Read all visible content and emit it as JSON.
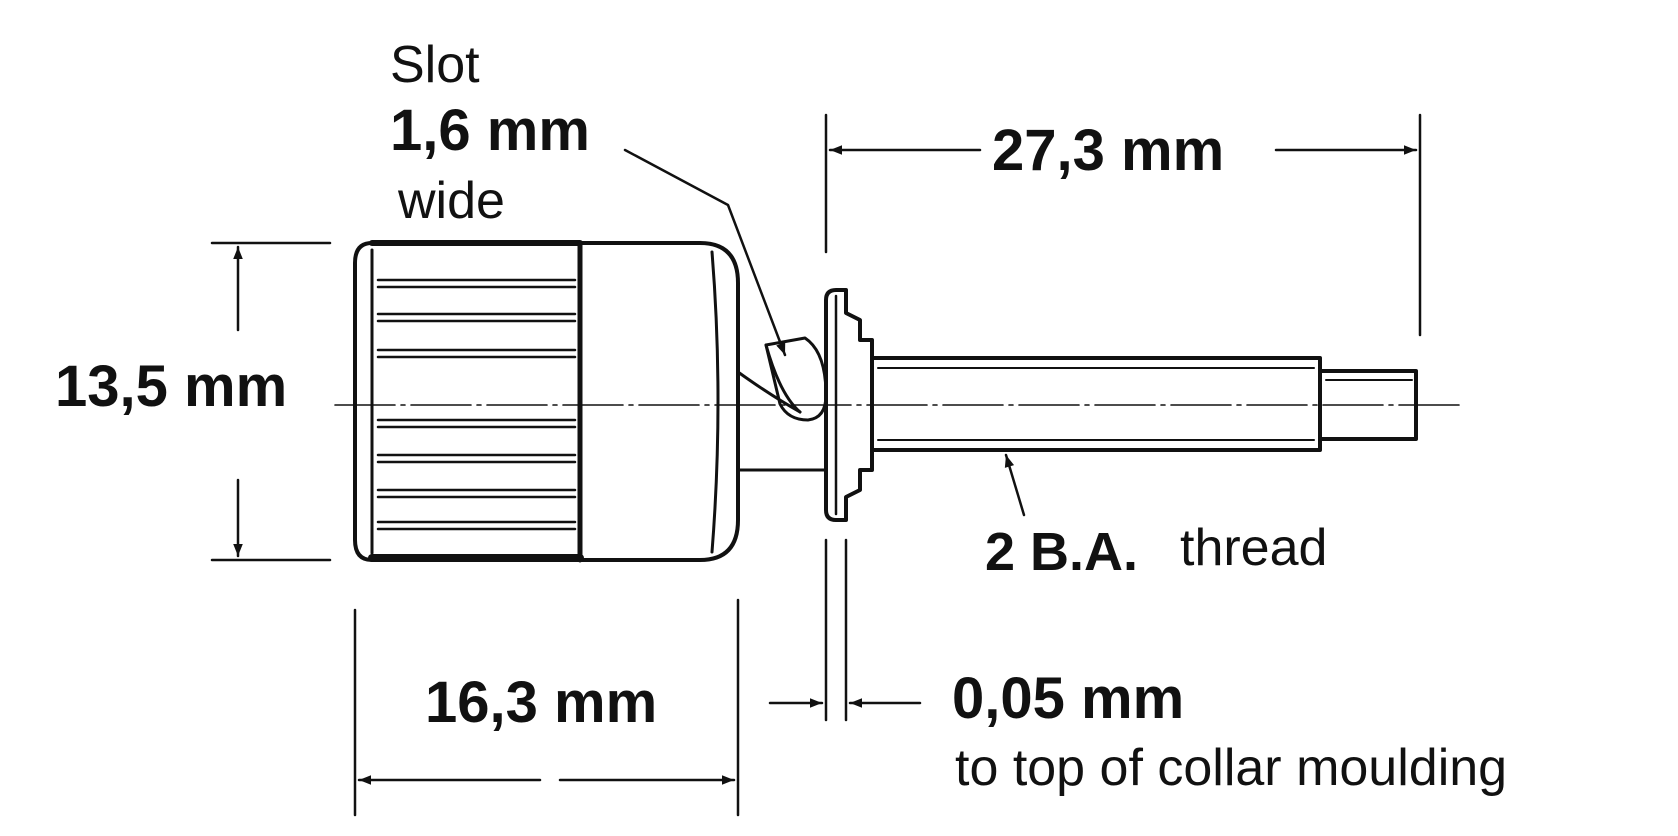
{
  "labels": {
    "slot_line1": "Slot",
    "slot_line2": "1,6 mm",
    "slot_line3": "wide",
    "shaft_length": "27,3 mm",
    "diameter": "13,5 mm",
    "thread_spec": "2 B.A.",
    "thread_word": "thread",
    "knob_length": "16,3 mm",
    "gap": "0,05 mm",
    "gap_note": "to top of collar moulding"
  },
  "colors": {
    "ink": "#111111",
    "paper": "#ffffff"
  }
}
